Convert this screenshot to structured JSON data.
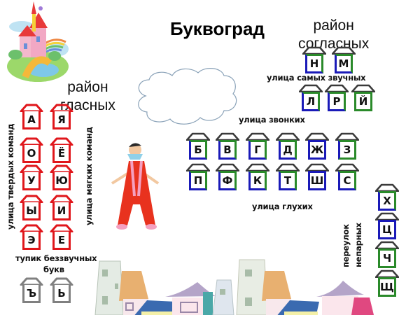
{
  "title": "Буквоград",
  "districts": {
    "vowels": {
      "line1": "район",
      "line2": "гласных"
    },
    "consonants": {
      "line1": "район",
      "line2": "согласных"
    }
  },
  "streets": {
    "hard": "улица твердых команд",
    "soft": "улица мягких команд",
    "most_voiced": "улица самых звучных",
    "voiced": "улица звонких",
    "voiceless": "улица глухих",
    "unpaired_line1": "переулок",
    "unpaired_line2": "непарных",
    "dead_end_line1": "тупик беззвучных",
    "dead_end_line2": "букв"
  },
  "vowels_hard": [
    "А",
    "О",
    "У",
    "Ы",
    "Э"
  ],
  "vowels_soft": [
    "Я",
    "Ё",
    "Ю",
    "И",
    "Е"
  ],
  "silent": [
    "Ъ",
    "Ь"
  ],
  "most_voiced_top": [
    "Н",
    "М"
  ],
  "most_voiced_bottom": [
    "Л",
    "Р",
    "Й"
  ],
  "voiced": [
    "Б",
    "В",
    "Г",
    "Д",
    "Ж",
    "З"
  ],
  "voiceless": [
    "П",
    "Ф",
    "К",
    "Т",
    "Ш",
    "С"
  ],
  "unpaired": [
    "Х",
    "Ц",
    "Ч",
    "Щ"
  ],
  "colors": {
    "vowel_red": "#e0161b",
    "hard_blue": "#1a1ab8",
    "soft_green": "#2a8a2a",
    "silent_gray": "#808080"
  }
}
